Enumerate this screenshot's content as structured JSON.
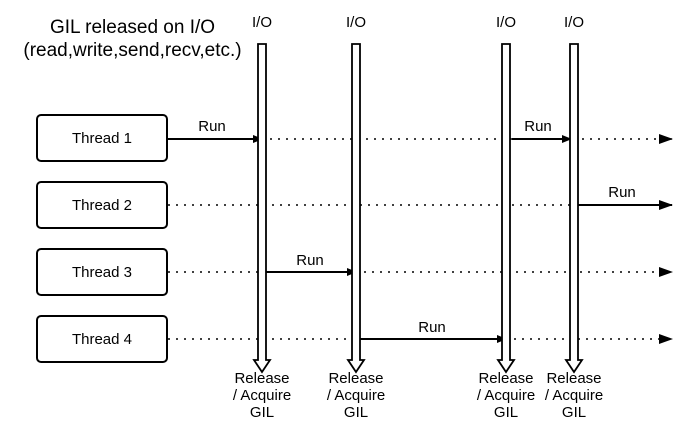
{
  "title": {
    "line1": "GIL released on I/O",
    "line2": "(read,write,send,recv,etc.)"
  },
  "threads": [
    "Thread 1",
    "Thread 2",
    "Thread 3",
    "Thread 4"
  ],
  "io_events": [
    {
      "label": "I/O",
      "release": "Release",
      "acquire": "/ Acquire",
      "gil": "GIL"
    },
    {
      "label": "I/O",
      "release": "Release",
      "acquire": "/ Acquire",
      "gil": "GIL"
    },
    {
      "label": "I/O",
      "release": "Release",
      "acquire": "/ Acquire",
      "gil": "GIL"
    },
    {
      "label": "I/O",
      "release": "Release",
      "acquire": "/ Acquire",
      "gil": "GIL"
    }
  ],
  "run_segments": [
    {
      "thread": "Thread 1",
      "label": "Run"
    },
    {
      "thread": "Thread 3",
      "label": "Run"
    },
    {
      "thread": "Thread 4",
      "label": "Run"
    },
    {
      "thread": "Thread 1",
      "label": "Run"
    },
    {
      "thread": "Thread 2",
      "label": "Run"
    }
  ]
}
